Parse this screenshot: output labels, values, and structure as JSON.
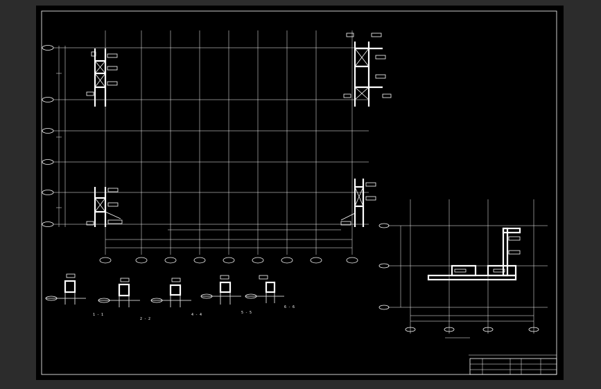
{
  "drawing": {
    "main_plan": {
      "caption": "",
      "grid_rows": [
        "",
        "",
        "",
        "",
        "",
        ""
      ],
      "grid_cols": [
        "",
        "",
        "",
        "",
        "",
        "",
        "",
        "",
        ""
      ],
      "overall_dim": ""
    },
    "sections": [
      {
        "label": "1 - 1"
      },
      {
        "label": "2 - 2"
      },
      {
        "label": "4 - 4"
      },
      {
        "label": "5 - 5"
      },
      {
        "label": "6 - 6"
      }
    ],
    "small_plan": {
      "caption": ""
    },
    "title_block": {
      "title": ""
    }
  }
}
